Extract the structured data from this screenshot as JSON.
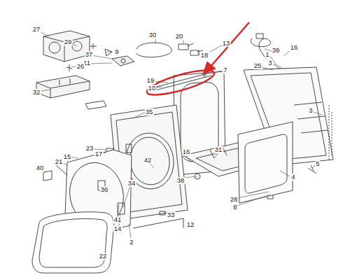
{
  "diagram": {
    "labels": [
      "27",
      "29",
      "30",
      "20",
      "13",
      "9",
      "18",
      "37",
      "11",
      "26",
      "1",
      "39",
      "16",
      "25",
      "3",
      "7",
      "32",
      "19",
      "10",
      "35",
      "3",
      "23",
      "17",
      "15",
      "40",
      "21",
      "16",
      "31",
      "42",
      "36",
      "34",
      "38",
      "28",
      "4",
      "5",
      "41",
      "14",
      "33",
      "12",
      "8",
      "2",
      "22"
    ]
  }
}
